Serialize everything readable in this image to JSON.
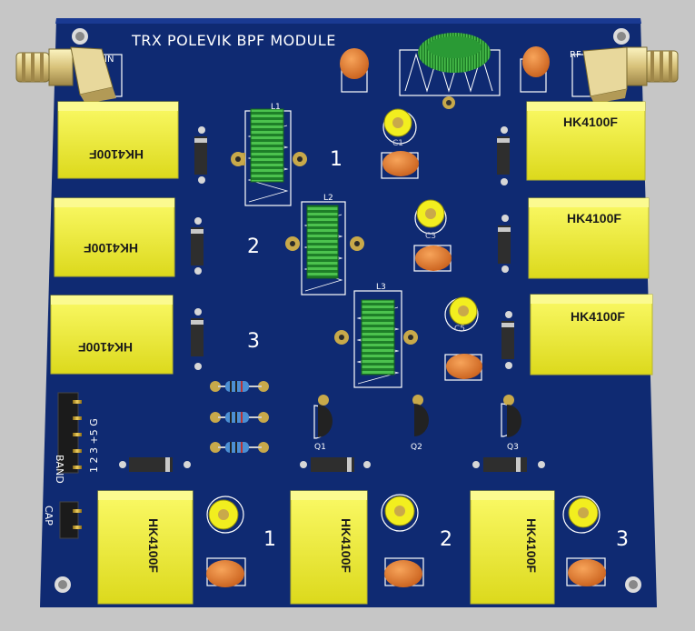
{
  "board": {
    "title": "TRX POLEVIK BPF MODULE",
    "pcb_color": "#102a73",
    "silkscreen_color": "#ffffff",
    "relay_color": "#f2ef2e",
    "cap_color": "#e3792e",
    "inductor_color": "#1f8c2a"
  },
  "connectors": {
    "left_label": "IN",
    "right_label": "RF"
  },
  "relays": {
    "label": "HK4100F",
    "left": [
      "HK4100F",
      "HK4100F",
      "HK4100F"
    ],
    "right": [
      "HK4100F",
      "HK4100F",
      "HK4100F"
    ],
    "bottom": [
      "HK4100F",
      "HK4100F",
      "HK4100F"
    ]
  },
  "inductors": [
    "L1",
    "L2",
    "L3"
  ],
  "band_numbers": [
    "1",
    "2",
    "3"
  ],
  "bottom_numbers": [
    "1",
    "2",
    "3"
  ],
  "caps": [
    "C1",
    "C3",
    "C5"
  ],
  "transistors": [
    "Q1",
    "Q2",
    "Q3"
  ],
  "headers": {
    "band_pins": "1 2 3 +5 G",
    "band_label": "BAND",
    "cap_label": "CAP"
  }
}
